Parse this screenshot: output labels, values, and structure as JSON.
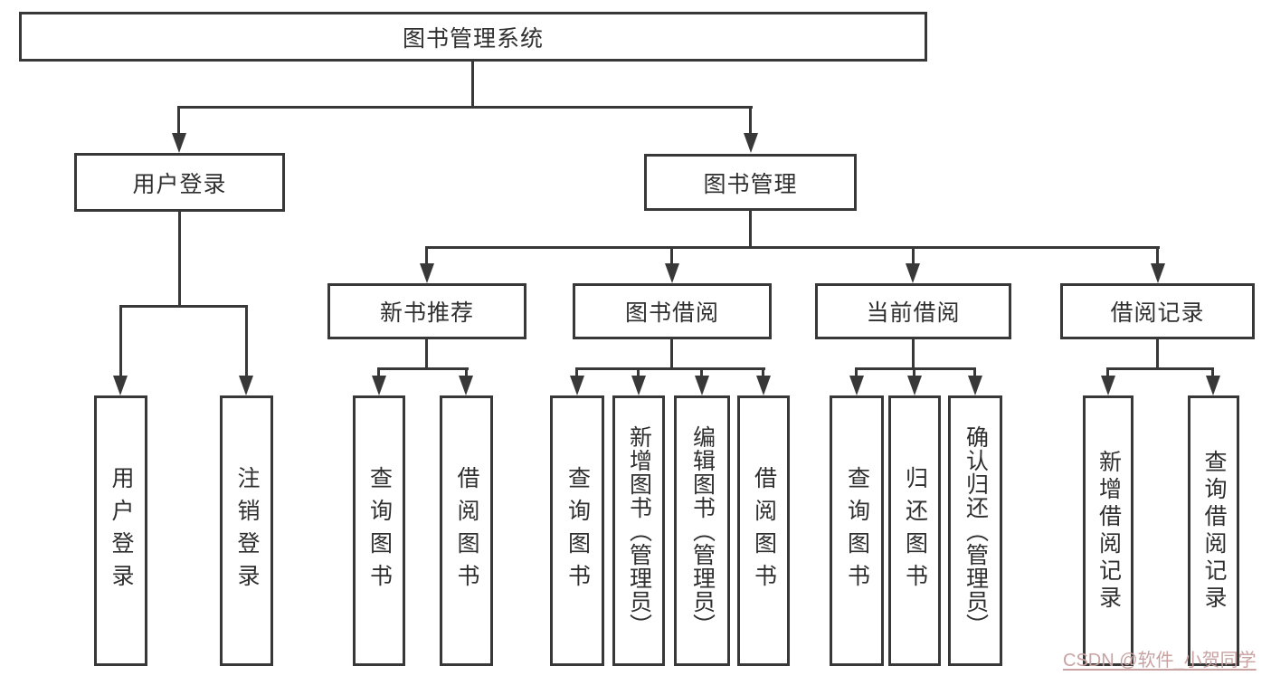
{
  "diagram": {
    "root": {
      "label": "图书管理系统"
    },
    "user_branch": {
      "label": "用户登录",
      "children": [
        {
          "label": "用户登录"
        },
        {
          "label": "注销登录"
        }
      ]
    },
    "book_branch": {
      "label": "图书管理",
      "groups": [
        {
          "label": "新书推荐",
          "children": [
            {
              "label": "查询图书"
            },
            {
              "label": "借阅图书"
            }
          ]
        },
        {
          "label": "图书借阅",
          "children": [
            {
              "label": "查询图书"
            },
            {
              "label": "新增图书（管理员）"
            },
            {
              "label": "编辑图书（管理员）"
            },
            {
              "label": "借阅图书"
            }
          ]
        },
        {
          "label": "当前借阅",
          "children": [
            {
              "label": "查询图书"
            },
            {
              "label": "归还图书"
            },
            {
              "label": "确认归还（管理员）"
            }
          ]
        },
        {
          "label": "借阅记录",
          "children": [
            {
              "label": "新增借阅记录"
            },
            {
              "label": "查询借阅记录"
            }
          ]
        }
      ]
    }
  },
  "watermark": {
    "text": "CSDN @软件_小贺同学"
  },
  "colors": {
    "line": "#383838",
    "text": "#2f2f2f",
    "background": "#ffffff",
    "watermark": "#c9a2a2"
  }
}
